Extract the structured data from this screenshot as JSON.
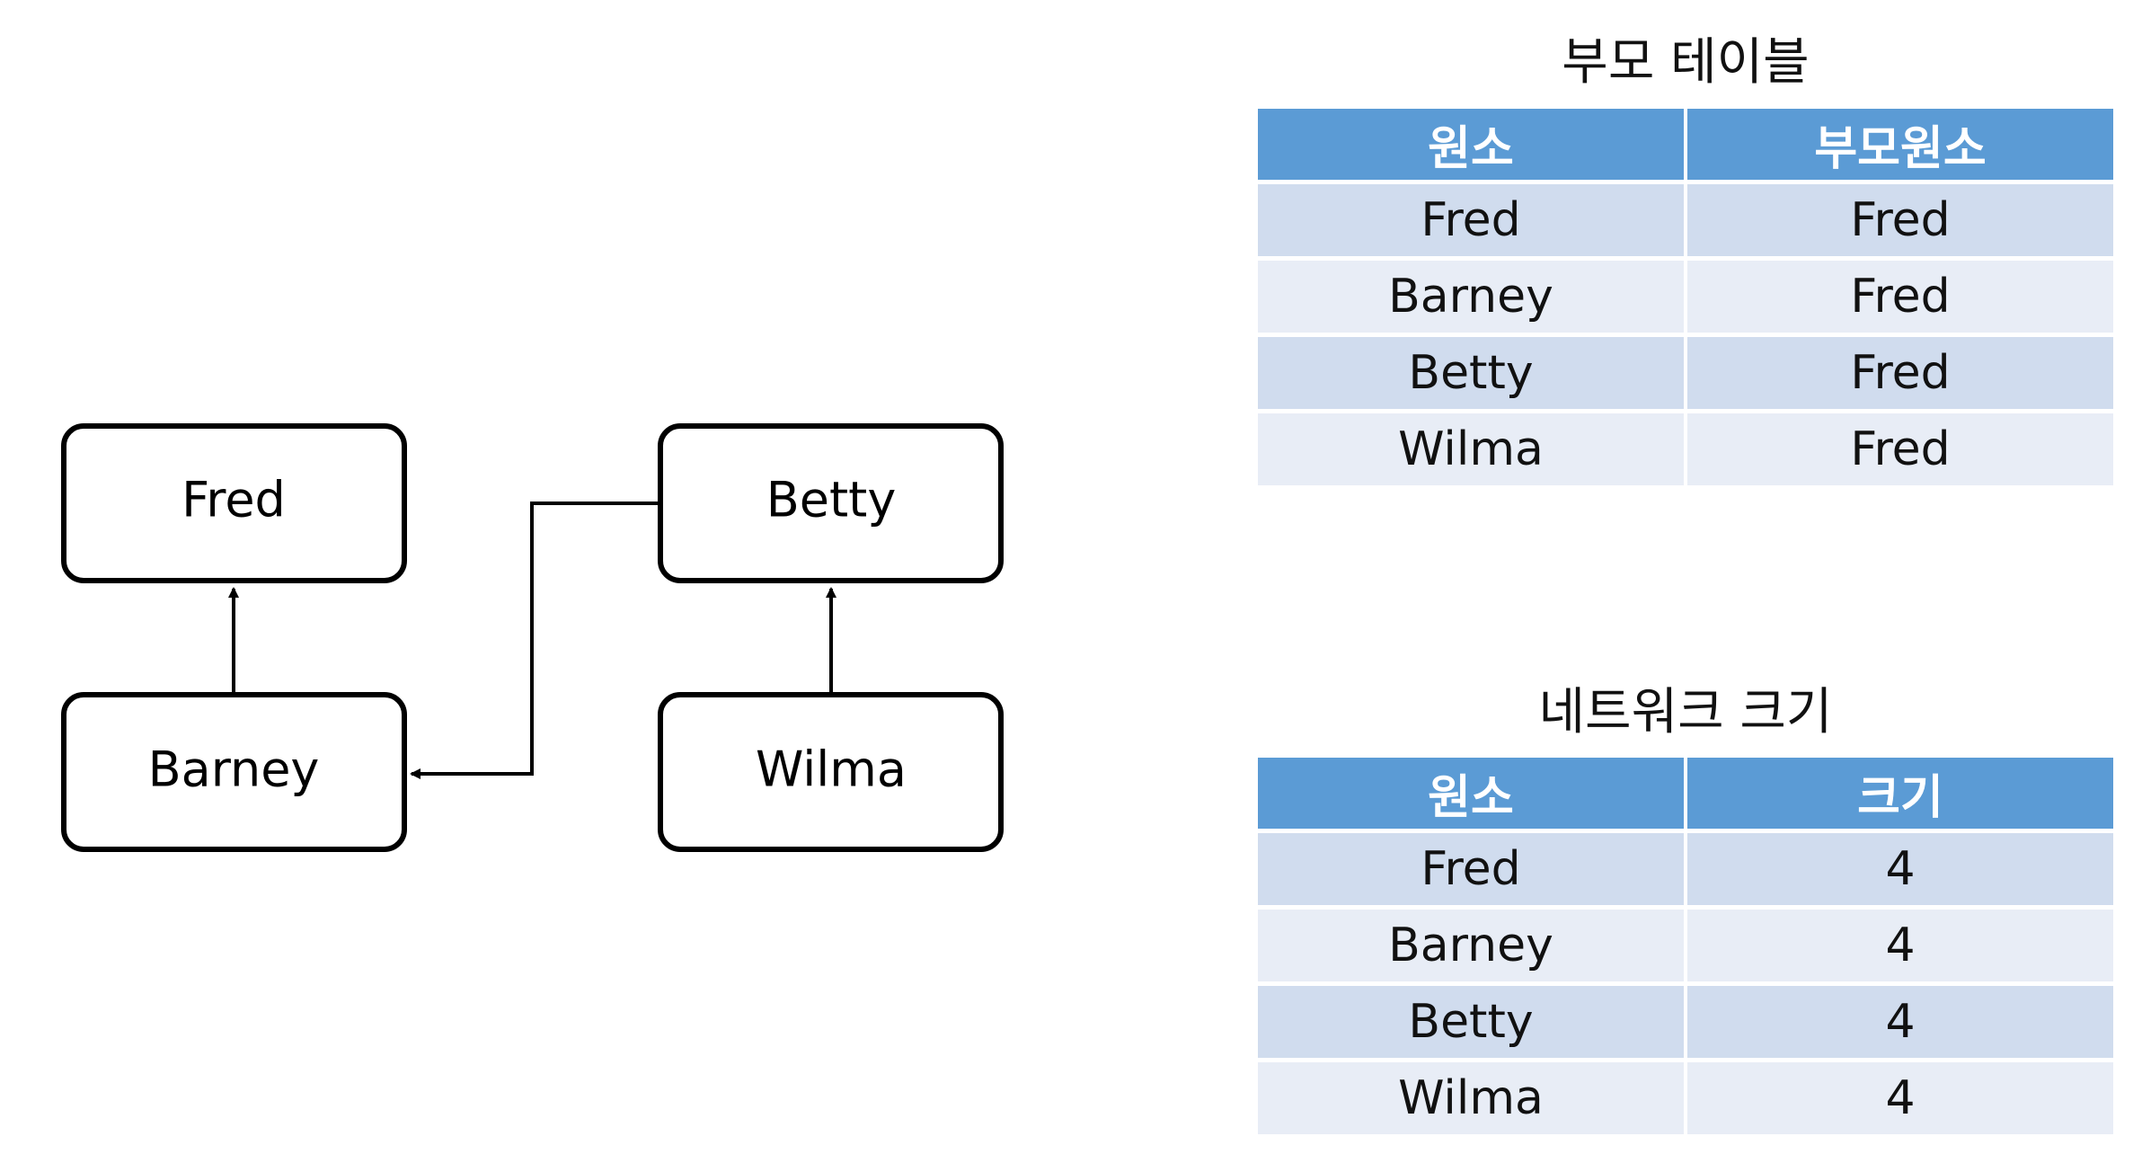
{
  "colors": {
    "header": "#5b9bd5",
    "row_odd": "#d0dcee",
    "row_even": "#e8edf6",
    "node_border": "#000000"
  },
  "diagram": {
    "nodes": {
      "fred": "Fred",
      "betty": "Betty",
      "barney": "Barney",
      "wilma": "Wilma"
    },
    "edges": [
      {
        "from": "Barney",
        "to": "Fred"
      },
      {
        "from": "Wilma",
        "to": "Betty"
      },
      {
        "from": "Betty",
        "to": "Barney"
      }
    ]
  },
  "parent_table": {
    "title": "부모 테이블",
    "headers": [
      "원소",
      "부모원소"
    ],
    "rows": [
      [
        "Fred",
        "Fred"
      ],
      [
        "Barney",
        "Fred"
      ],
      [
        "Betty",
        "Fred"
      ],
      [
        "Wilma",
        "Fred"
      ]
    ]
  },
  "size_table": {
    "title": "네트워크 크기",
    "headers": [
      "원소",
      "크기"
    ],
    "rows": [
      [
        "Fred",
        "4"
      ],
      [
        "Barney",
        "4"
      ],
      [
        "Betty",
        "4"
      ],
      [
        "Wilma",
        "4"
      ]
    ]
  }
}
